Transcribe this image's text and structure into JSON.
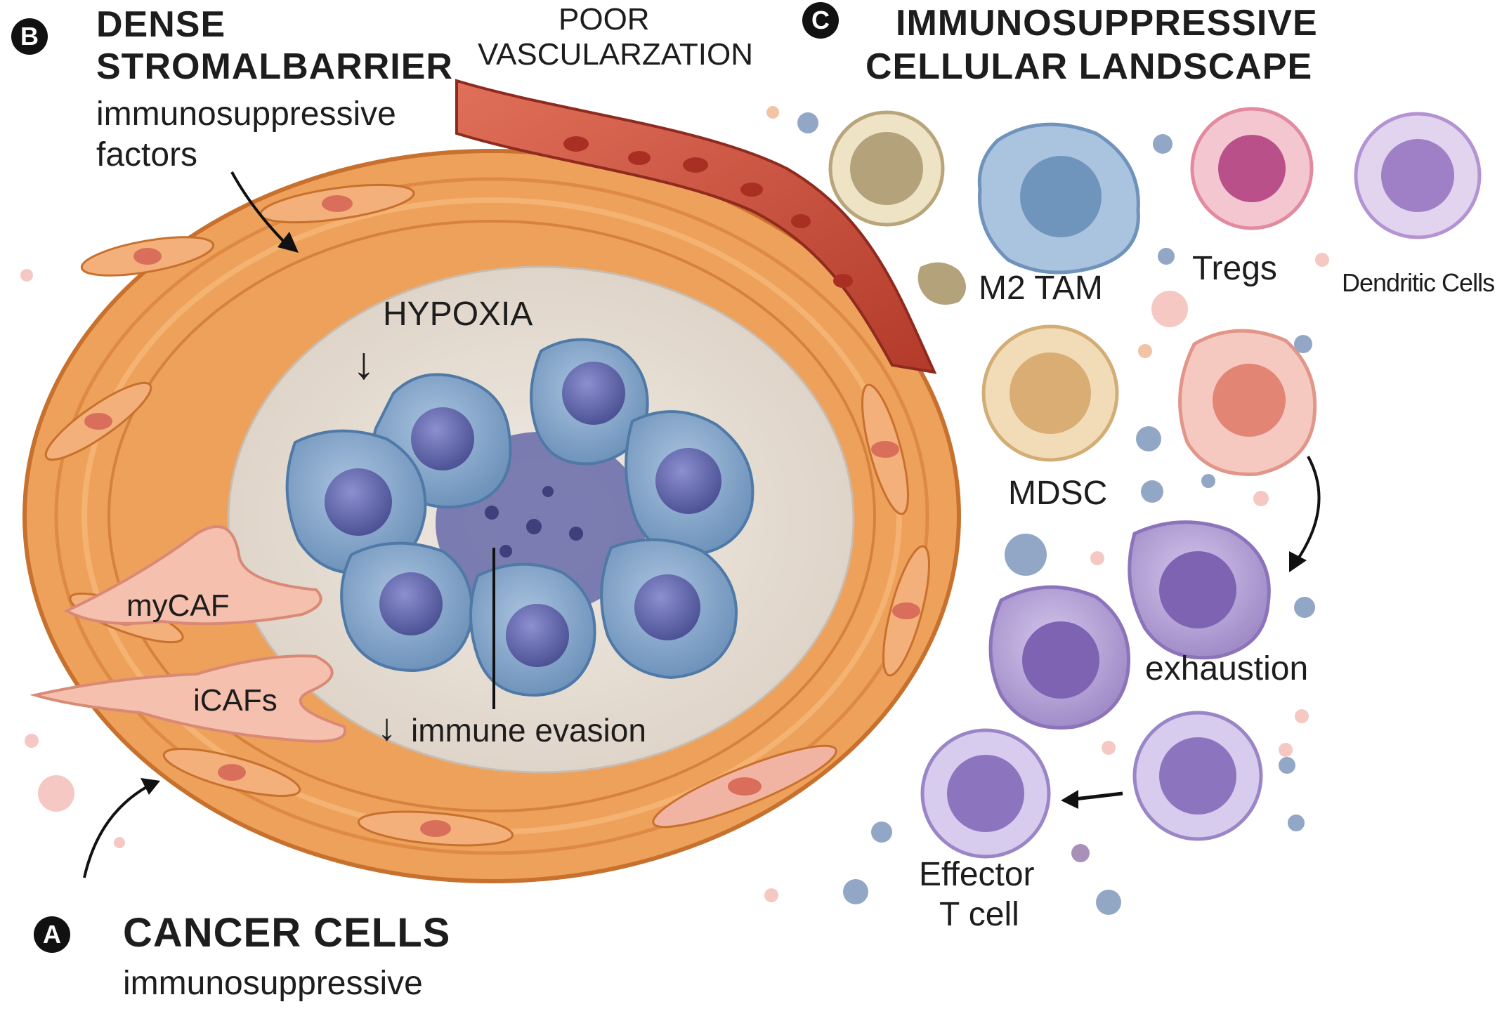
{
  "panel_b": {
    "badge": "B",
    "title_line1": "DENSE",
    "title_line2": "STROMALBARRIER",
    "subtitle_line1": "immunosuppressive",
    "subtitle_line2": "factors"
  },
  "vessel": {
    "line1": "POOR",
    "line2": "VASCULARZATION"
  },
  "panel_c": {
    "badge": "C",
    "title_line1": "IMMUNOSUPPRESSIVE",
    "title_line2": "CELLULAR LANDSCAPE"
  },
  "panel_a": {
    "badge": "A",
    "title": "CANCER CELLS",
    "subtitle": "immunosuppressive"
  },
  "tumor": {
    "hypoxia": "HYPOXIA",
    "hypoxia_arrow": "↓",
    "evasion_arrow": "↓",
    "evasion": "immune evasion"
  },
  "cafs": {
    "mycaf": "myCAF",
    "icafs": "iCAFs"
  },
  "cells": {
    "m2_tam": "M2 TAM",
    "tregs": "Tregs",
    "dendritic": "Dendritic Cells",
    "mdsc": "MDSC",
    "exhaustion": "exhaustion",
    "effector_line1": "Effector",
    "effector_line2": "T cell"
  },
  "colors": {
    "stroma": "#eb9a4e",
    "stroma_dark": "#c8712e",
    "vessel": "#c84a38",
    "tumor_cell": "#87a9cc",
    "tumor_nucleus": "#5f66a8",
    "necrotic": "#5b5fa0",
    "core_bg": "#e9e1d8",
    "caf": "#f2b4a2",
    "m2_tam": "#8fb0d2",
    "treg": "#ecaab8",
    "dendritic": "#c8afdb",
    "mdsc": "#e7c89a",
    "tcell": "#b3a1d6"
  }
}
